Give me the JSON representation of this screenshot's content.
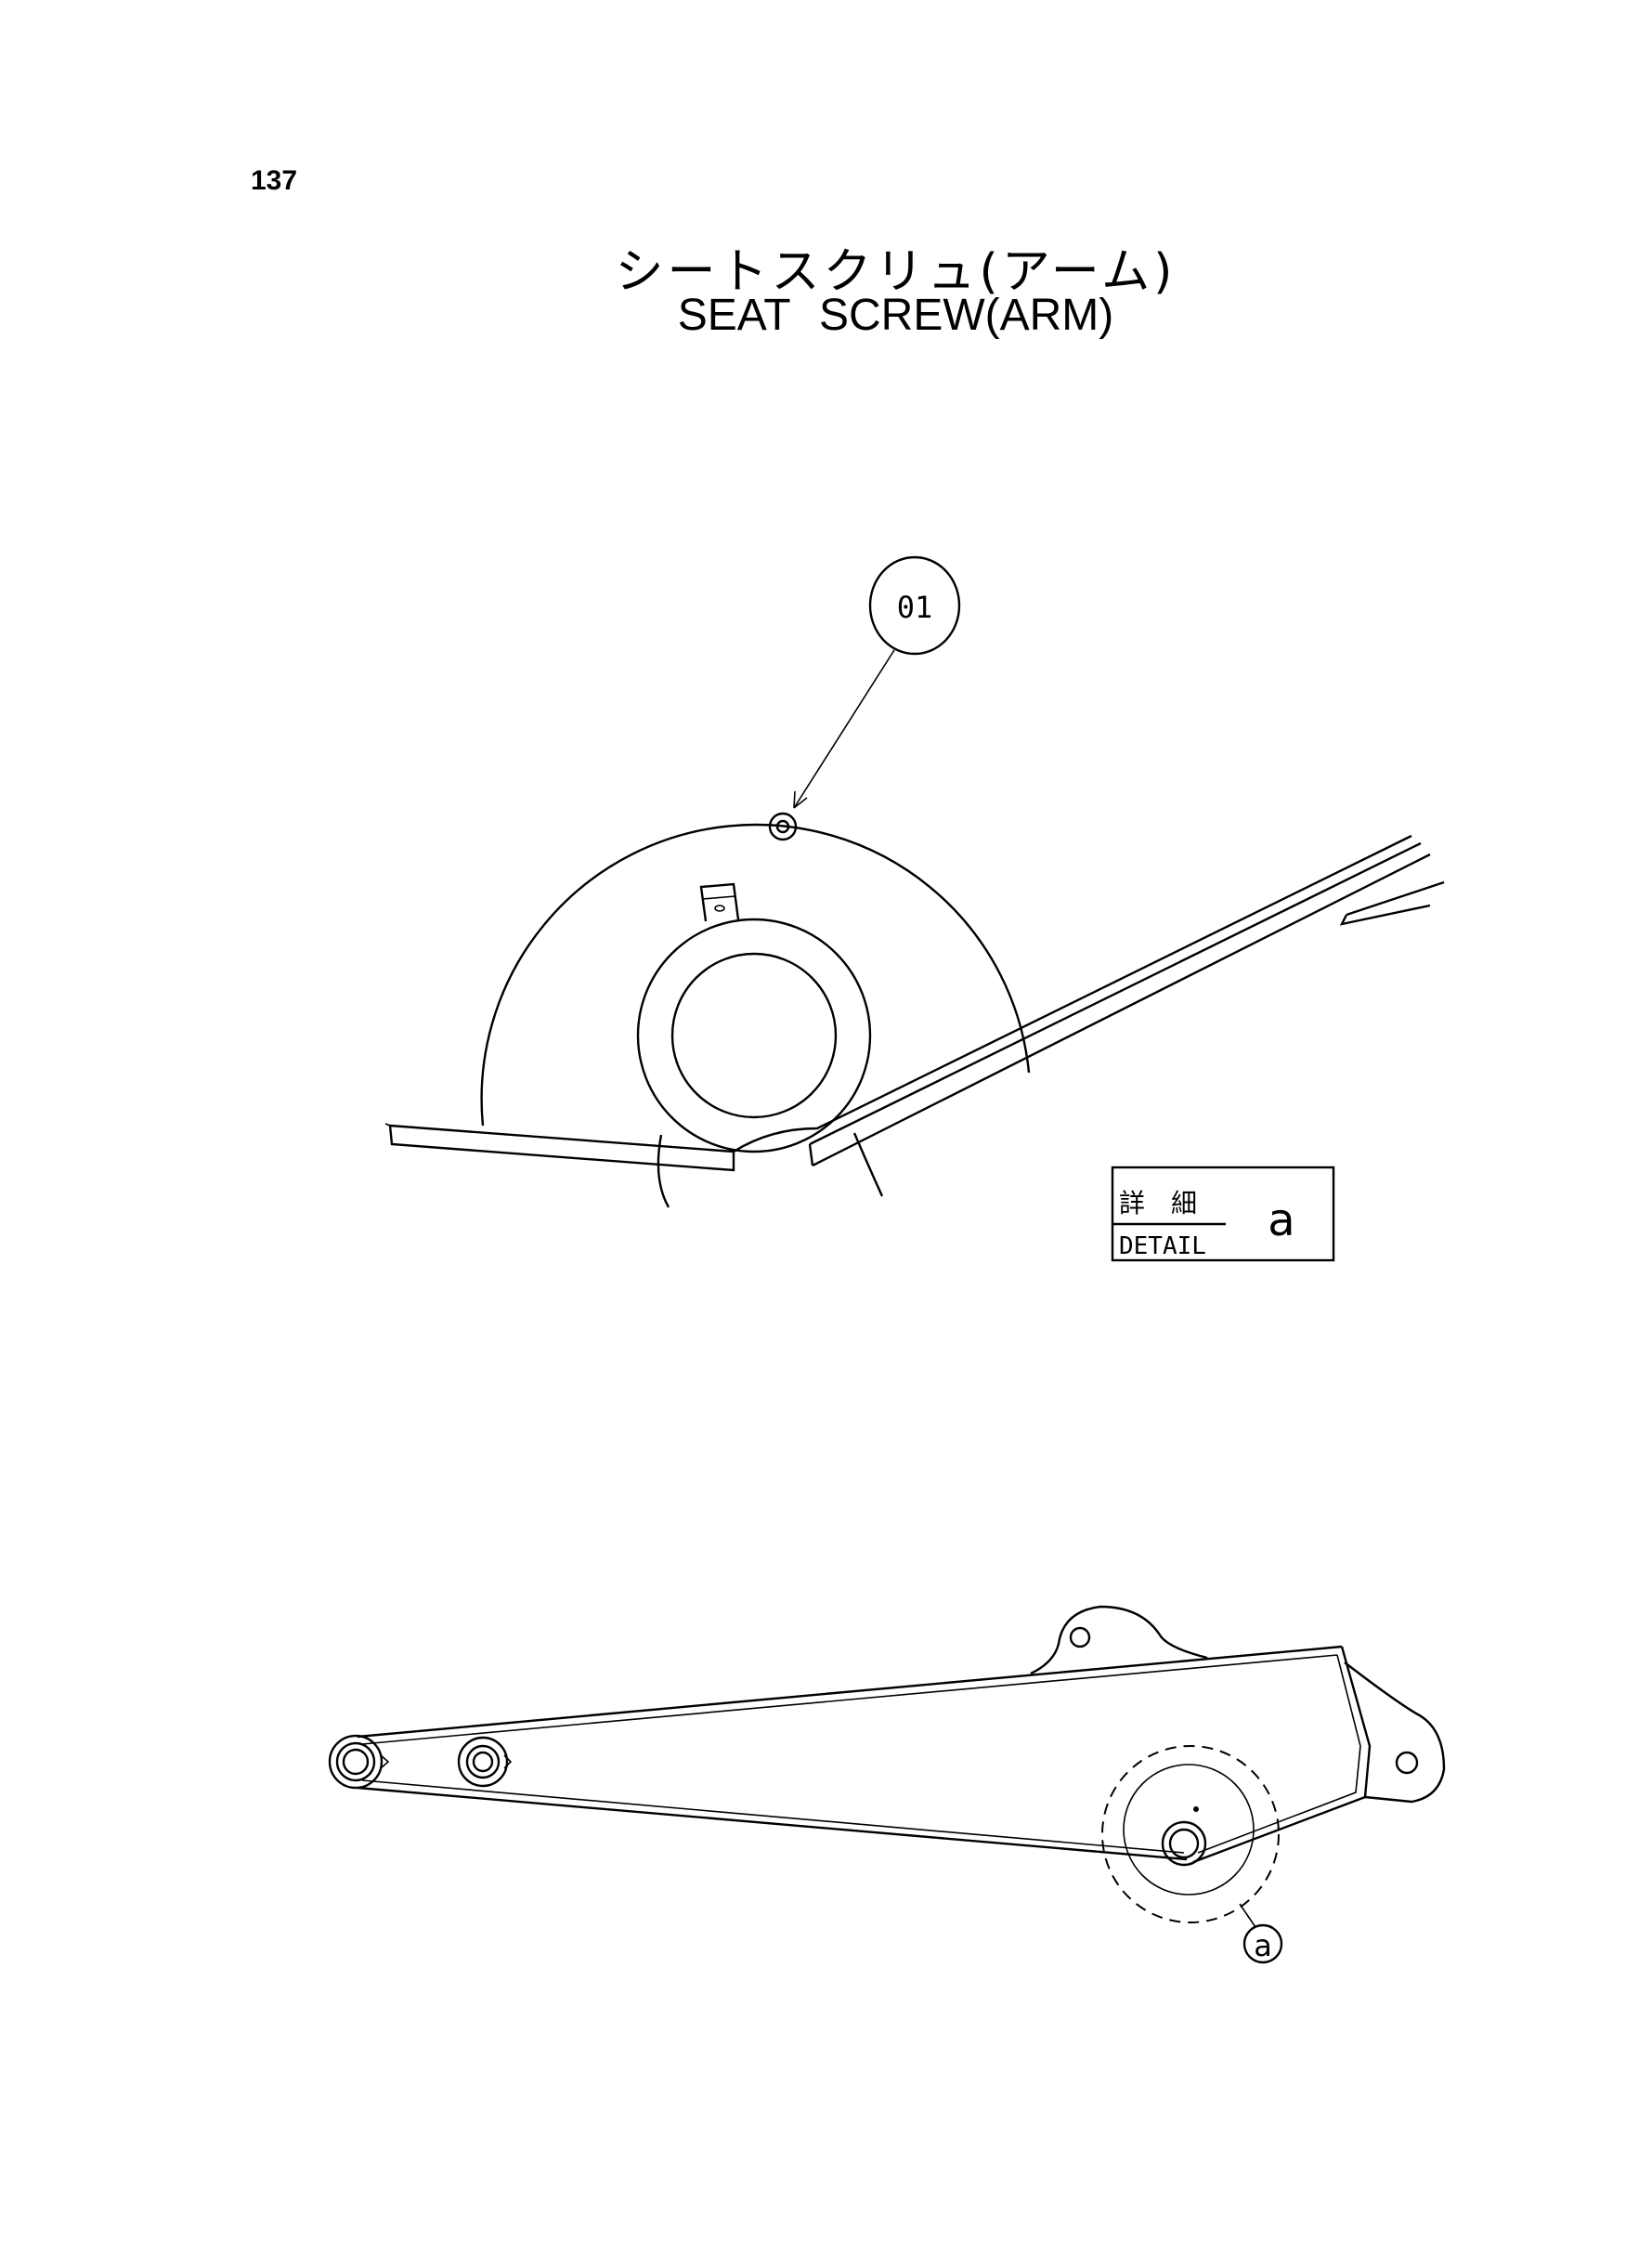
{
  "page": {
    "number": "137"
  },
  "title": {
    "japanese": "シートスクリュ(アーム)",
    "english": "SEAT  SCREW(ARM)"
  },
  "detail_view": {
    "callout": "01",
    "box": {
      "japanese": "詳　細",
      "english": "DETAIL",
      "letter": "a"
    }
  },
  "overview": {
    "detail_marker": "a"
  }
}
